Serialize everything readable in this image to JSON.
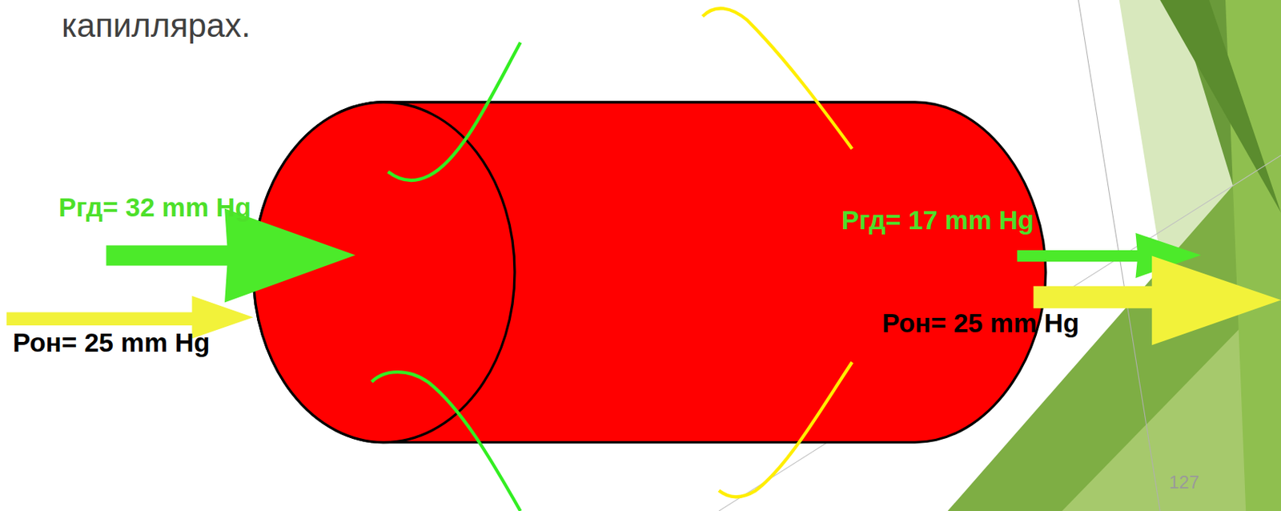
{
  "diagram": {
    "title": "капиллярах.",
    "labels": [
      "Ргд= 32 mm Hg",
      "Рон= 25 mm Hg",
      "Ргд= 17 mm Hg",
      "Рон= 25 mm Hg",
      "127"
    ]
  }
}
